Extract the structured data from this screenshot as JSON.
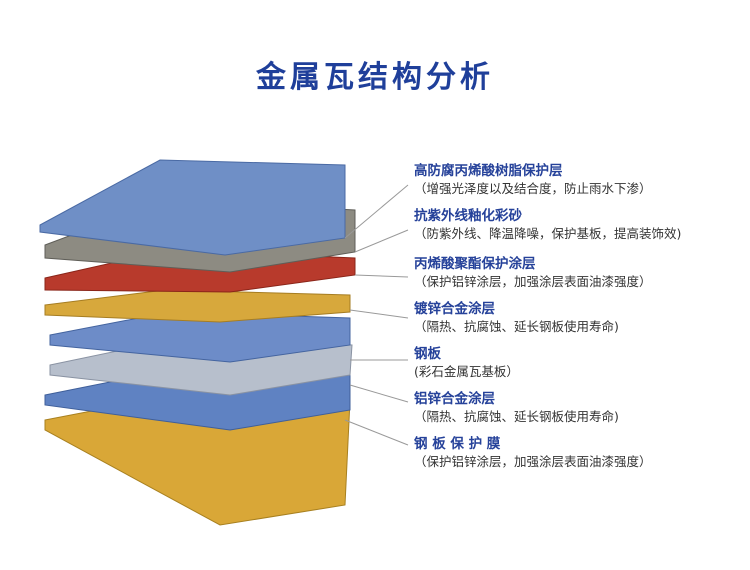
{
  "title": "金属瓦结构分析",
  "layers": [
    {
      "name": "高防腐丙烯酸树脂保护层",
      "desc": "（增强光泽度以及结合度，防止雨水下渗）",
      "color": "#6f8fc6"
    },
    {
      "name": "抗紫外线釉化彩砂",
      "desc": "（防紫外线、降温降噪，保护基板，提高装饰效)",
      "color": "#8d8b82"
    },
    {
      "name": "丙烯酸聚酯保护涂层",
      "desc": "（保护铝锌涂层，加强涂层表面油漆强度）",
      "color": "#b83a2c"
    },
    {
      "name": "镀锌合金涂层",
      "desc": "（隔热、抗腐蚀、延长钢板使用寿命)",
      "color": "#d7a83c"
    },
    {
      "name": "钢板",
      "desc": "(彩石金属瓦基板）",
      "color": "#6d8cc8"
    },
    {
      "name": "铝锌合金涂层",
      "desc": "（隔热、抗腐蚀、延长钢板使用寿命)",
      "color": "#b7bfcc"
    },
    {
      "name": "钢 板 保 护 膜",
      "desc": "（保护铝锌涂层，加强涂层表面油漆强度）",
      "color": "#d9a737"
    }
  ],
  "extra_layer_color": "#5f82c2"
}
